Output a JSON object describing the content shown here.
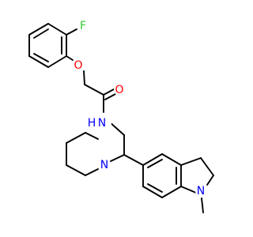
{
  "molecule": {
    "atom_labels": {
      "fluorine": "F",
      "ether_oxygen": "O",
      "carbonyl_oxygen": "O",
      "amide_nh": "N",
      "amide_h": "H",
      "piperidine_n": "N",
      "indoline_n": "N"
    },
    "colors": {
      "bond": "#000000",
      "fluorine": "#33cc33",
      "oxygen": "#ff0000",
      "nitrogen": "#0000ff"
    }
  }
}
